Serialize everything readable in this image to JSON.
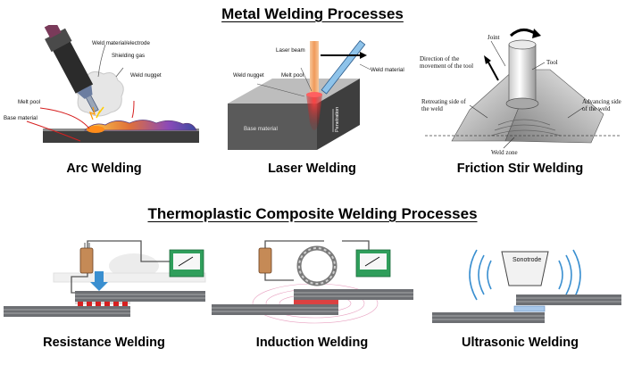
{
  "headers": {
    "metal": "Metal Welding Processes",
    "thermoplastic": "Thermoplastic Composite Welding Processes"
  },
  "arc": {
    "caption": "Arc Welding",
    "labels": {
      "electrode": "Weld material/electrode",
      "gas": "Shielding gas",
      "nugget": "Weld nugget",
      "pool": "Melt pool",
      "base": "Base material"
    }
  },
  "laser": {
    "caption": "Laser Welding",
    "labels": {
      "beam": "Laser beam",
      "material": "Weld material",
      "nugget": "Weld nugget",
      "pool": "Melt pool",
      "base": "Base material",
      "penetration": "Penetration"
    }
  },
  "friction": {
    "caption": "Friction Stir Welding",
    "labels": {
      "joint": "Joint",
      "direction1": "Direction of the",
      "direction2": "movement of the tool",
      "tool": "Tool",
      "retreating1": "Retreating side of",
      "retreating2": "the weld",
      "advancing1": "Advancing side",
      "advancing2": "of the weld",
      "zone": "Weld zone"
    }
  },
  "resistance": {
    "caption": "Resistance Welding"
  },
  "induction": {
    "caption": "Induction Welding"
  },
  "ultrasonic": {
    "caption": "Ultrasonic Welding",
    "labels": {
      "sonotrode": "Sonotrode"
    }
  },
  "colors": {
    "laminate": "#6d6f73",
    "copper": "#c58a56",
    "meter_green": "#2f9e5b",
    "heat_red": "#d62020",
    "arrow_blue": "#3a8fd0"
  }
}
